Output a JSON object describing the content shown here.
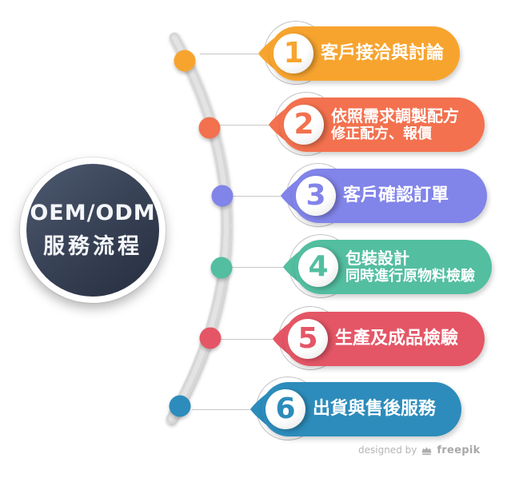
{
  "hub": {
    "title_line1": "OEM/ODM",
    "title_line2": "服務流程",
    "bg_color": "#343E52"
  },
  "steps": [
    {
      "number": "1",
      "label": "客戶接洽與討論",
      "color": "#F7A42F"
    },
    {
      "number": "2",
      "label": "依照需求調製配方",
      "sublabel": "修正配方、報價",
      "color": "#F3714E"
    },
    {
      "number": "3",
      "label": "客戶確認訂單",
      "color": "#8184E8"
    },
    {
      "number": "4",
      "label": "包裝設計",
      "sublabel": "同時進行原物料檢驗",
      "color": "#53BEA0"
    },
    {
      "number": "5",
      "label": "生產及成品檢驗",
      "color": "#E45666"
    },
    {
      "number": "6",
      "label": "出貨與售後服務",
      "color": "#2D8CBB"
    }
  ],
  "footer": {
    "credit": "designed by",
    "brand": "freepik"
  }
}
